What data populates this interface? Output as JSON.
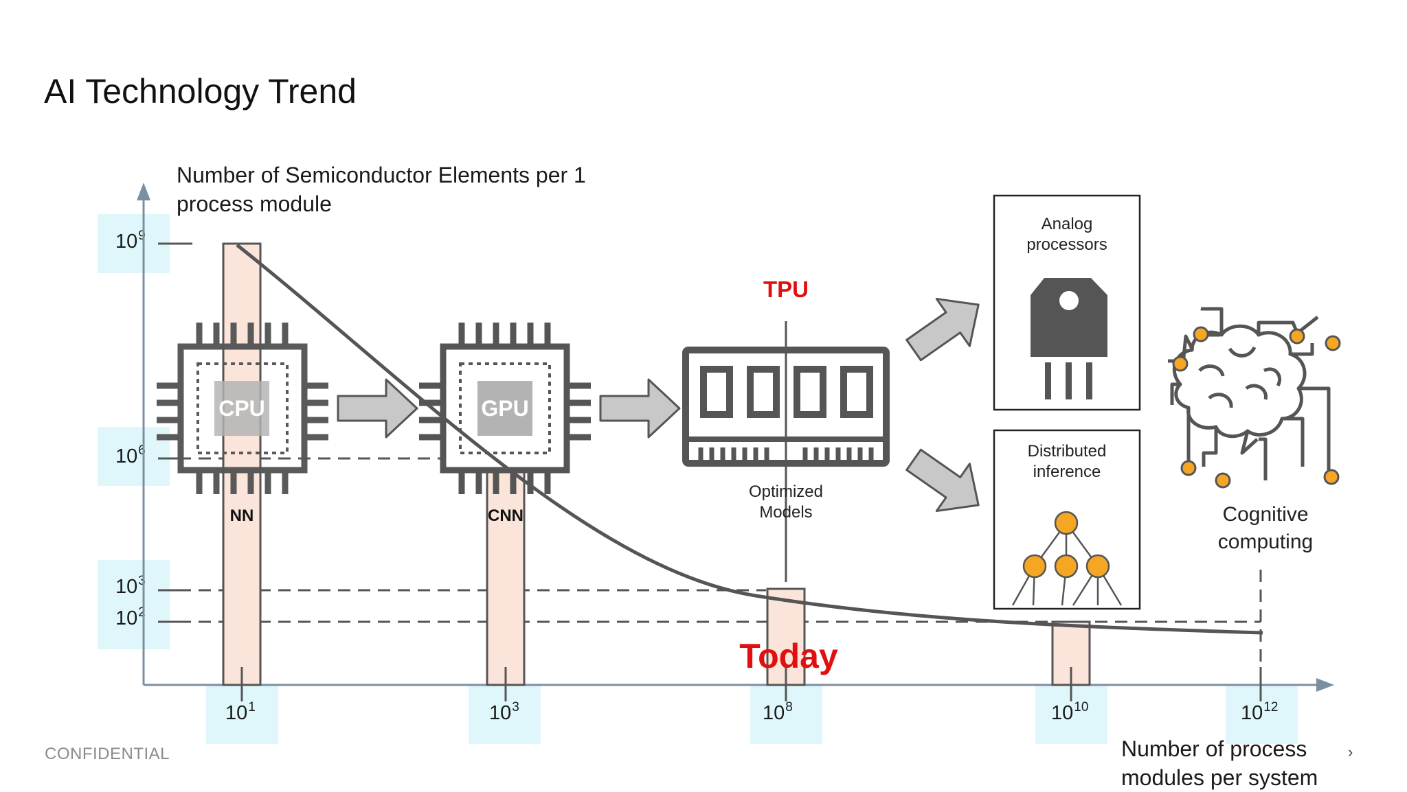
{
  "slide": {
    "title": "AI Technology Trend",
    "footer": "CONFIDENTIAL"
  },
  "axes": {
    "y_label": "Number of Semiconductor Elements per 1 process module",
    "x_label": "Number of process modules per system",
    "y_ticks": [
      {
        "base": "10",
        "exp": "9"
      },
      {
        "base": "10",
        "exp": "6"
      },
      {
        "base": "10",
        "exp": "3"
      },
      {
        "base": "10",
        "exp": "2"
      }
    ],
    "x_ticks": [
      {
        "base": "10",
        "exp": "1"
      },
      {
        "base": "10",
        "exp": "3"
      },
      {
        "base": "10",
        "exp": "8"
      },
      {
        "base": "10",
        "exp": "10"
      },
      {
        "base": "10",
        "exp": "12"
      }
    ]
  },
  "stages": {
    "cpu_chip": "CPU",
    "gpu_chip": "GPU",
    "nn": "NN",
    "cnn": "CNN",
    "tpu": "TPU",
    "optimized_models": "Optimized Models",
    "today": "Today",
    "analog": "Analog processors",
    "distributed": "Distributed inference",
    "cognitive": "Cognitive computing"
  },
  "colors": {
    "accent_red": "#e01010",
    "bar_fill": "#fbe4da",
    "tick_bg": "#dff7fb",
    "dark": "#555555",
    "orange": "#f5a623"
  },
  "icons": [
    "cpu-chip-icon",
    "gpu-chip-icon",
    "memory-module-icon",
    "power-transistor-icon",
    "network-tree-icon",
    "brain-circuit-icon",
    "arrow-icon"
  ]
}
